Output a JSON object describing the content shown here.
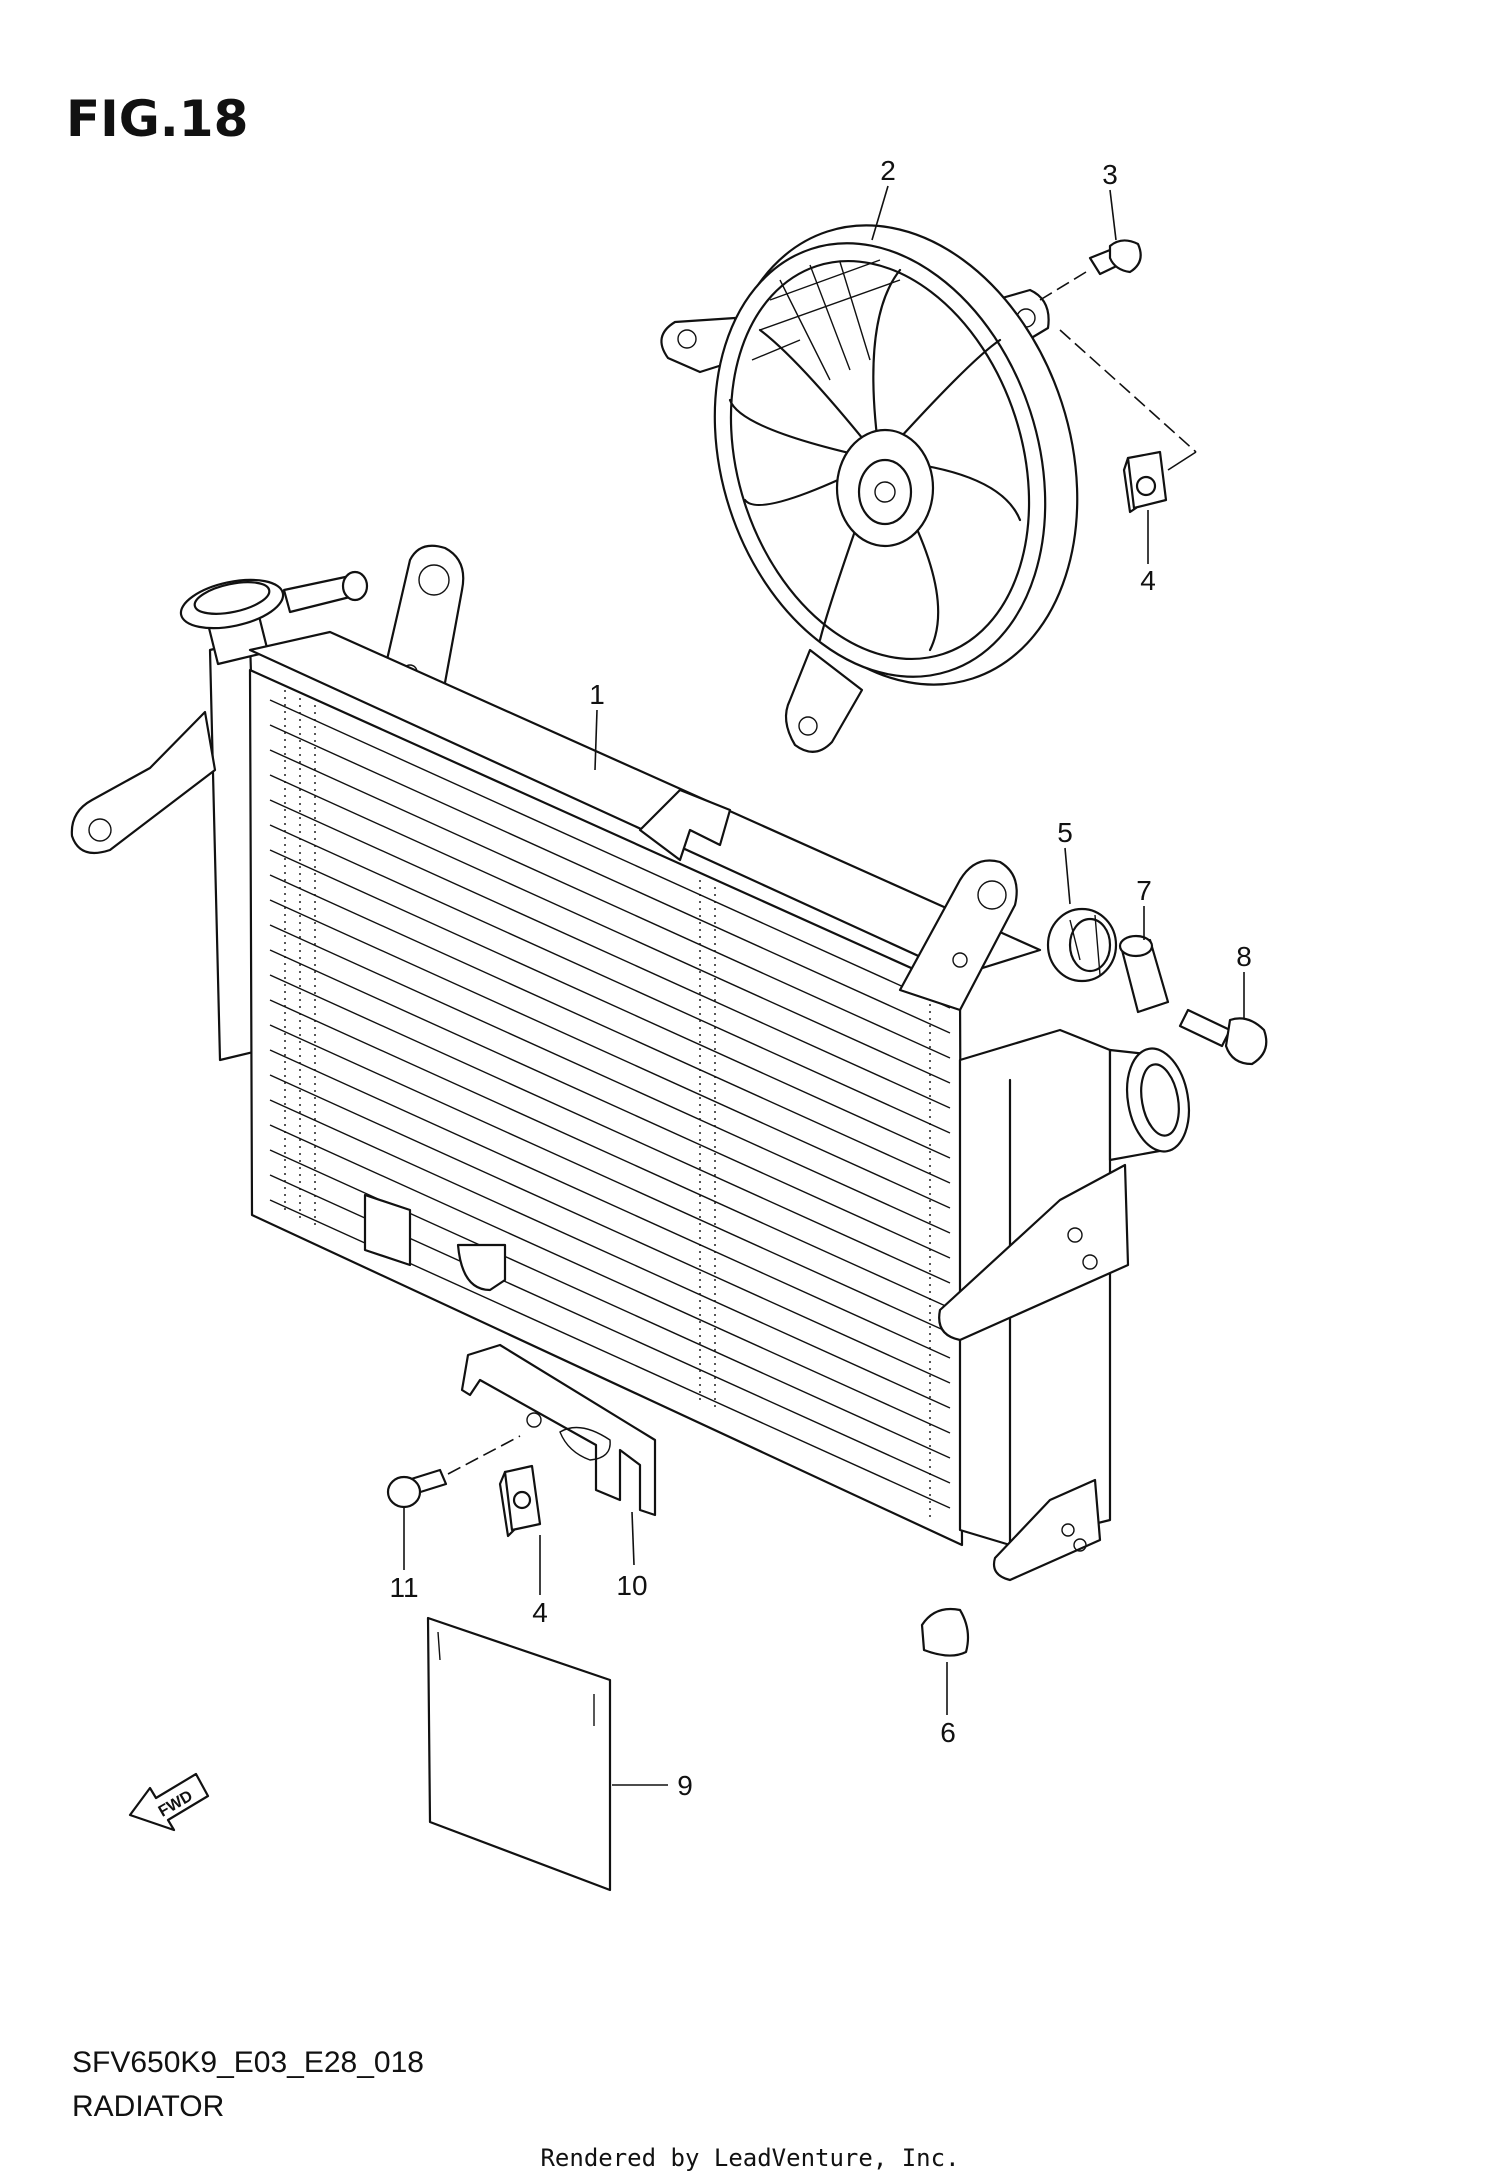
{
  "figure": {
    "title": "FIG.18",
    "model_code": "SFV650K9_E03_E28_018",
    "section_name": "RADIATOR",
    "footer": "Rendered by LeadVenture, Inc.",
    "fwd_label": "FWD"
  },
  "callouts": [
    {
      "id": "c1",
      "label": "1"
    },
    {
      "id": "c2",
      "label": "2"
    },
    {
      "id": "c3",
      "label": "3"
    },
    {
      "id": "c4a",
      "label": "4"
    },
    {
      "id": "c4b",
      "label": "4"
    },
    {
      "id": "c5",
      "label": "5"
    },
    {
      "id": "c6",
      "label": "6"
    },
    {
      "id": "c7",
      "label": "7"
    },
    {
      "id": "c8",
      "label": "8"
    },
    {
      "id": "c9",
      "label": "9"
    },
    {
      "id": "c10",
      "label": "10"
    },
    {
      "id": "c11",
      "label": "11"
    }
  ]
}
